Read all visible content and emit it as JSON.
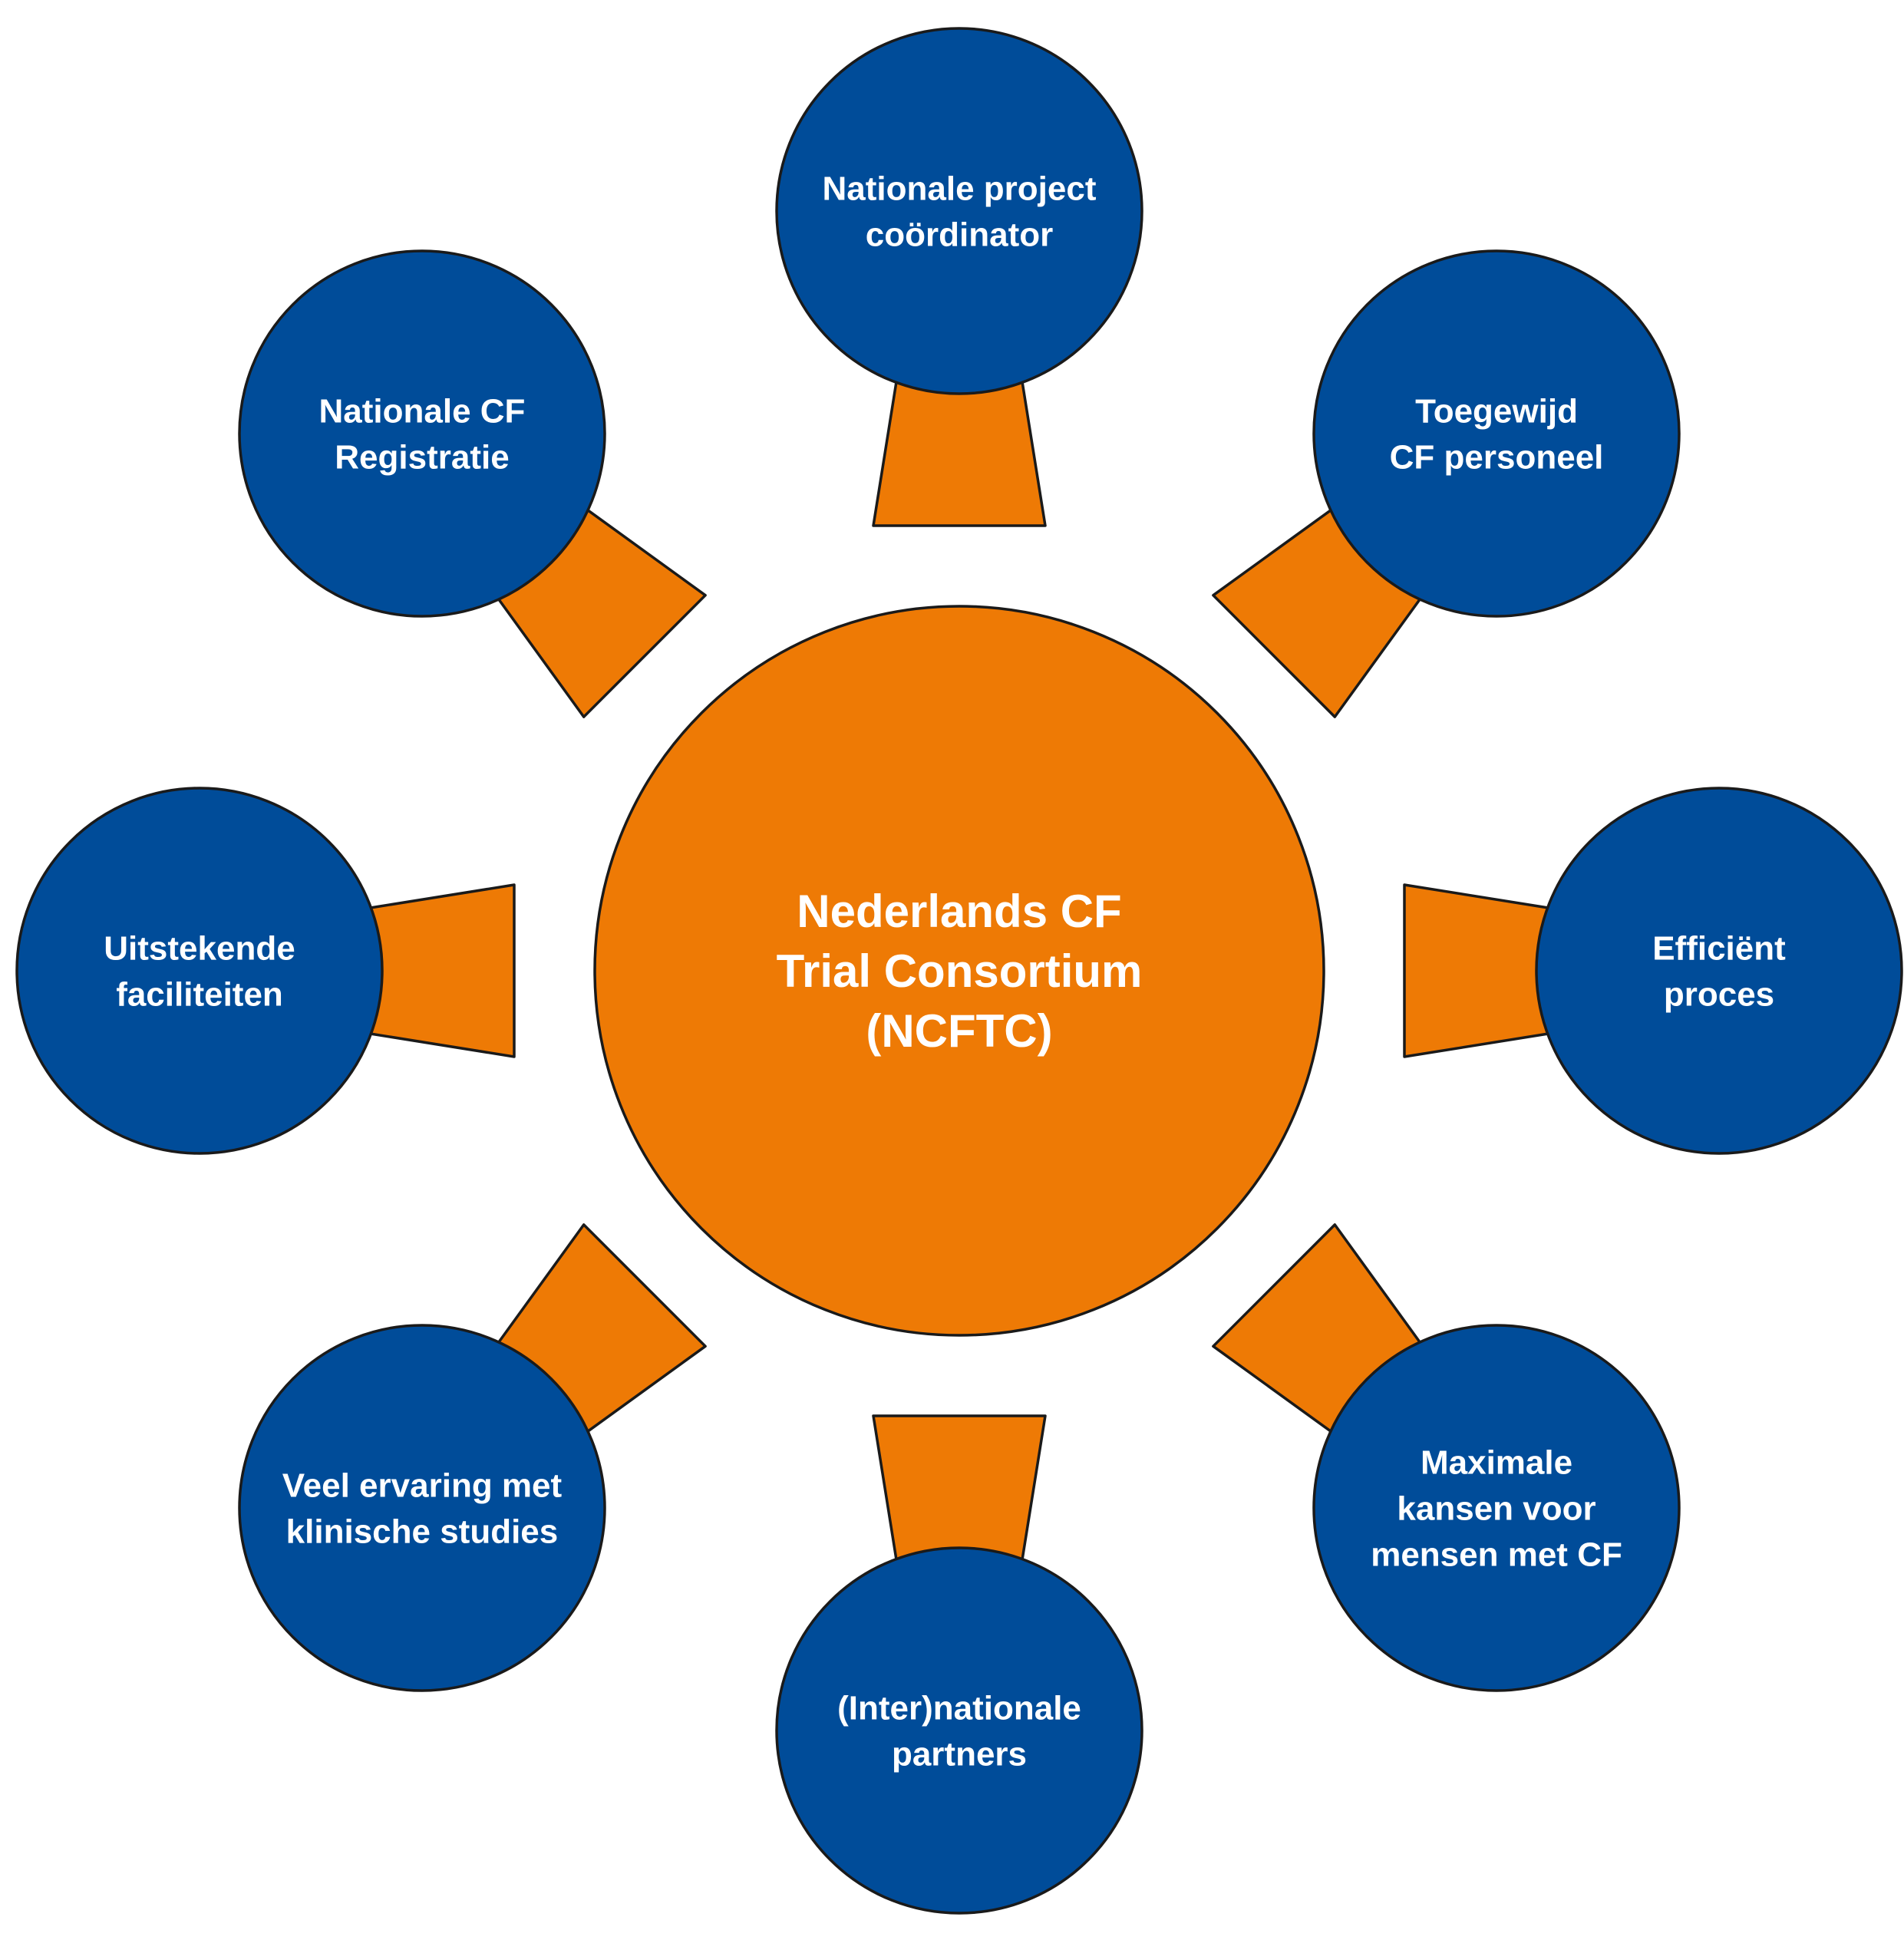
{
  "colors": {
    "center_fill": "#ee7a05",
    "node_fill": "#004c99",
    "connector_fill": "#ee7a05",
    "outline": "#1a1a1a",
    "text": "#ffffff"
  },
  "center": {
    "lines": [
      "Nederlands CF",
      "Trial Consortium",
      "(NCFTC)"
    ]
  },
  "nodes": [
    {
      "id": "nationale-project-coordinator",
      "lines": [
        "Nationale project",
        "coördinator"
      ]
    },
    {
      "id": "toegewijd-cf-personeel",
      "lines": [
        "Toegewijd",
        "CF personeel"
      ]
    },
    {
      "id": "efficient-proces",
      "lines": [
        "Efficiënt",
        "proces"
      ]
    },
    {
      "id": "maximale-kansen",
      "lines": [
        "Maximale",
        "kansen voor",
        "mensen met CF"
      ]
    },
    {
      "id": "internationale-partners",
      "lines": [
        "(Inter)nationale",
        "partners"
      ]
    },
    {
      "id": "veel-ervaring",
      "lines": [
        "Veel ervaring met",
        "klinische studies"
      ]
    },
    {
      "id": "uitstekende-faciliteiten",
      "lines": [
        "Uitstekende",
        "faciliteiten"
      ]
    },
    {
      "id": "nationale-cf-registratie",
      "lines": [
        "Nationale CF",
        "Registratie"
      ]
    }
  ]
}
